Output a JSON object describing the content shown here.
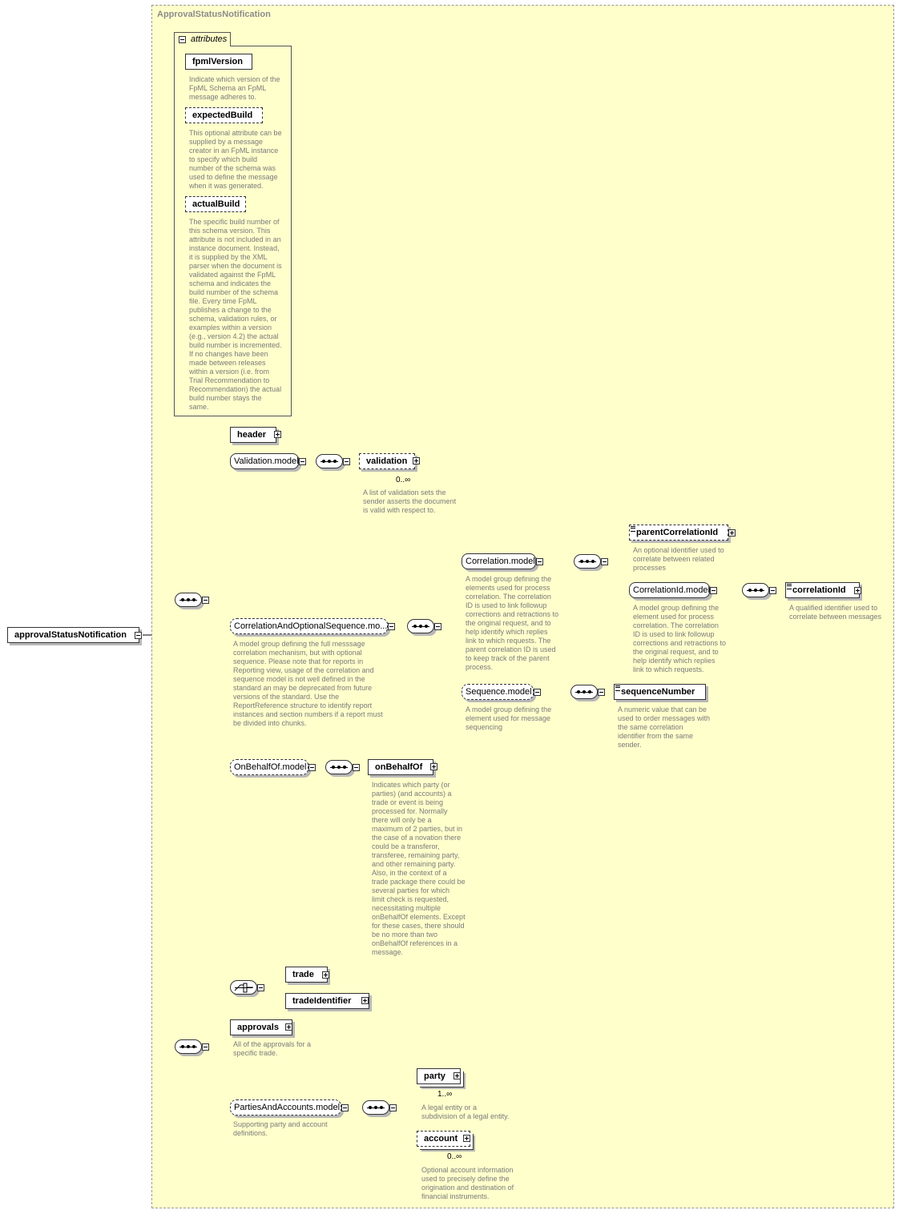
{
  "diagram": {
    "frame_title": "ApprovalStatusNotification",
    "root": {
      "label": "approvalStatusNotification"
    },
    "attributes": {
      "tab_label": "attributes",
      "items": [
        {
          "name": "fpmlVersion",
          "doc": "Indicate which version of the\nFpML Schema an FpML\nmessage adheres to."
        },
        {
          "name": "expectedBuild",
          "doc": "This optional attribute can be\nsupplied by a message\ncreator in an FpML instance\nto specify which build\nnumber of the schema was\nused to define the message\nwhen it was generated."
        },
        {
          "name": "actualBuild",
          "doc": "The specific build number of\nthis schema version. This\nattribute is not included in an\ninstance document. Instead,\nit is supplied by the XML\nparser when the document is\nvalidated against the FpML\nschema and indicates the\nbuild number of the schema\nfile. Every time FpML\npublishes a change to the\nschema, validation rules, or\nexamples within a version\n(e.g., version 4.2) the actual\nbuild number is incremented.\nIf no changes have been\nmade between releases\nwithin a version (i.e. from\nTrial Recommendation to\nRecommendation) the actual\nbuild number stays the\nsame."
        }
      ]
    },
    "nodes": {
      "header": "header",
      "validation_model": "Validation.model",
      "validation": "validation",
      "validation_card": "0..∞",
      "validation_doc": "A list of validation sets the\nsender asserts the document\nis valid with respect to.",
      "corr_opt_seq": "CorrelationAndOptionalSequence.mo...",
      "corr_opt_seq_doc": "A model group defining the full messsage\ncorrelation mechanism, but with optional\nsequence. Please note that for reports in\nReporting view, usage of the correlation and\nsequence model is not well defined in the\nstandard an may be deprecated from future\nversions of the standard. Use the\nReportReference structure to identify report\ninstances and section numbers if a report must\nbe divided into chunks.",
      "correlation_model": "Correlation.model",
      "correlation_model_doc": "A model group defining the\nelements used for process\ncorrelation. The correlation\nID is used to link followup\ncorrections and retractions to\nthe original request, and to\nhelp identify which replies\nlink to which requests. The\nparent correlation ID is used\nto keep track of the parent\nprocess.",
      "parent_correlation_id": "parentCorrelationId",
      "parent_correlation_id_doc": "An optional identifier used to\ncorrelate between related\nprocesses",
      "correlation_id_model": "CorrelationId.model",
      "correlation_id_model_doc": "A model group defining the\nelement used for process\ncorrelation. The correlation\nID is used to link followup\ncorrections and retractions to\nthe original request, and to\nhelp identify which replies\nlink to which requests.",
      "correlation_id": "correlationId",
      "correlation_id_doc": "A qualified identifier used to\ncorrelate between messages",
      "sequence_model": "Sequence.model",
      "sequence_model_doc": "A model group defining the\nelement used for message\nsequencing",
      "sequence_number": "sequenceNumber",
      "sequence_number_doc": "A numeric value that can be\nused to order messages with\nthe same correlation\nidentifier from the same\nsender.",
      "on_behalf_of_model": "OnBehalfOf.model",
      "on_behalf_of": "onBehalfOf",
      "on_behalf_of_doc": "Indicates which party (or\nparties) (and accounts) a\ntrade or event is being\nprocessed for. Normally\nthere will only be a\nmaximum of 2 parties, but in\nthe case of a novation there\ncould be a transferor,\ntransferee, remaining party,\nand other remaining party.\nAlso, in the context of a\ntrade package there could be\nseveral parties for which\nlimit check is requested,\nnecessitating multiple\nonBehalfOf elements. Except\nfor these cases, there should\nbe no more than two\nonBehalfOf references in a\nmessage.",
      "trade": "trade",
      "trade_identifier": "tradeIdentifier",
      "approvals": "approvals",
      "approvals_doc": "All of the approvals for a\nspecific trade.",
      "parties_accounts_model": "PartiesAndAccounts.model",
      "parties_accounts_doc": "Supporting party and account\ndefinitions.",
      "party": "party",
      "party_card": "1..∞",
      "party_doc": "A legal entity or a\nsubdivision of a legal entity.",
      "account": "account",
      "account_card": "0..∞",
      "account_doc": "Optional account information\nused to precisely define the\norigination and destination of\nfinancial instruments."
    }
  }
}
